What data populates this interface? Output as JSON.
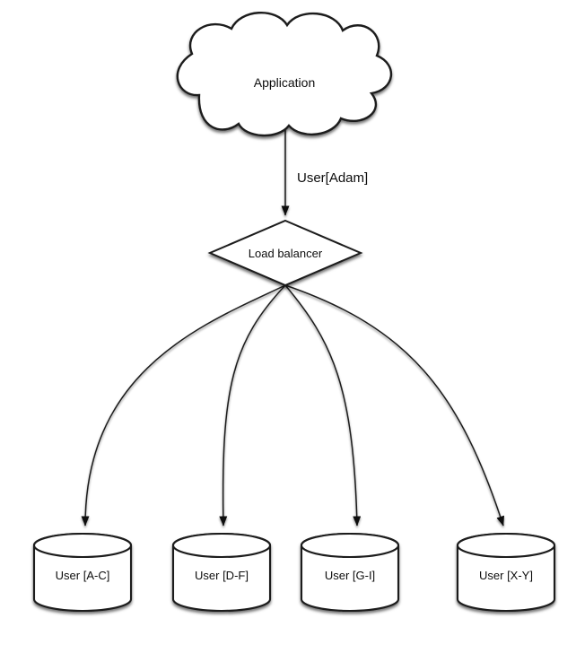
{
  "diagram": {
    "application": {
      "shape": "cloud",
      "label": "Application"
    },
    "request_edge": {
      "label": "User[Adam]"
    },
    "load_balancer": {
      "shape": "diamond",
      "label": "Load balancer"
    },
    "shards": [
      {
        "shape": "cylinder",
        "label": "User [A-C]"
      },
      {
        "shape": "cylinder",
        "label": "User [D-F]"
      },
      {
        "shape": "cylinder",
        "label": "User [G-I]"
      },
      {
        "shape": "cylinder",
        "label": "User [X-Y]"
      }
    ],
    "colors": {
      "background": "#ffffff",
      "shape_fill": "#ffffff",
      "stroke": "#1a1a1a",
      "text": "#0d0d0d"
    }
  }
}
